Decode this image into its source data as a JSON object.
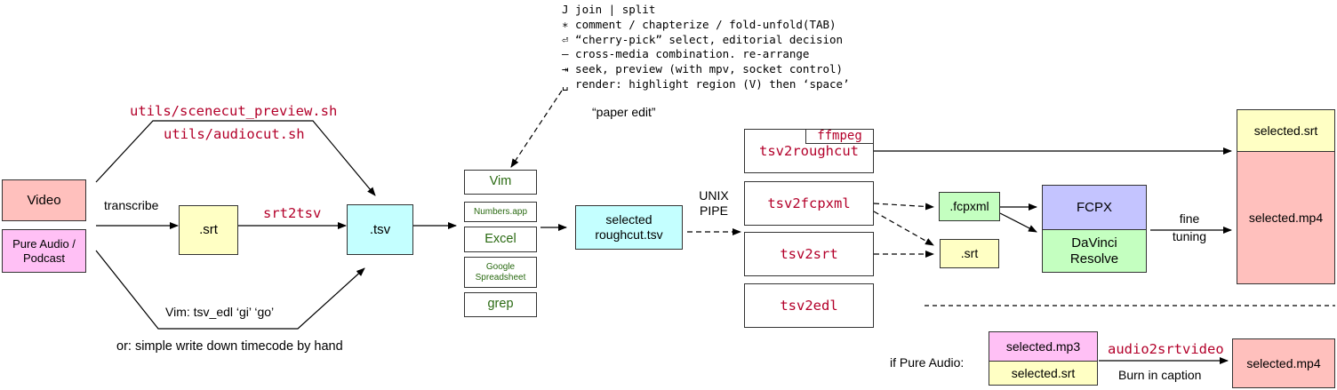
{
  "inputs": {
    "video": "Video",
    "audio": "Pure Audio / Podcast"
  },
  "steps": {
    "transcribe": "transcribe",
    "srt": ".srt",
    "srt2tsv": "srt2tsv",
    "tsv": ".tsv",
    "scenecut": "utils/scenecut_preview.sh",
    "audiocut": "utils/audiocut.sh",
    "vim_tsv_edl": "Vim: tsv_edl  ‘gi’ ‘go’",
    "by_hand": "or: simple write down timecode by hand"
  },
  "commands": [
    "J join | split",
    "∗ comment / chapterize / fold-unfold(TAB)",
    "⏎ “cherry-pick” select, editorial decision",
    "– cross-media combination. re-arrange",
    "⇥ seek, preview (with mpv, socket control)",
    "␣ render: highlight region (V) then ‘space’"
  ],
  "paper_edit": "“paper edit”",
  "editors": [
    "Vim",
    "Numbers.app",
    "Excel",
    "Google Spreadsheet",
    "grep"
  ],
  "selected_tsv": "selected roughcut.tsv",
  "unix_pipe": "UNIX PIPE",
  "converters": {
    "ffmpeg": "ffmpeg",
    "roughcut": "tsv2roughcut",
    "fcpxml": "tsv2fcpxml",
    "srt": "tsv2srt",
    "edl": "tsv2edl"
  },
  "outputs": {
    "fcpxml_file": ".fcpxml",
    "srt_file": ".srt",
    "fcpx": "FCPX",
    "davinci": "DaVinci Resolve",
    "fine_tuning": "fine tuning",
    "selected_srt": "selected.srt",
    "selected_mp4": "selected.mp4"
  },
  "pure_audio": {
    "label": "if Pure Audio:",
    "mp3": "selected.mp3",
    "srt": "selected.srt",
    "tool": "audio2srtvideo",
    "burn": "Burn in caption",
    "mp4": "selected.mp4"
  },
  "colors": {
    "pink": "#ffc0bd",
    "magenta": "#ffc0f5",
    "yellow": "#ffffc4",
    "cyan": "#c4ffff",
    "green": "#c4ffc0",
    "lavender": "#c4c4ff",
    "mint": "#c4ffc0",
    "code": "#b3002a",
    "tool_text": "#2a6a12"
  }
}
